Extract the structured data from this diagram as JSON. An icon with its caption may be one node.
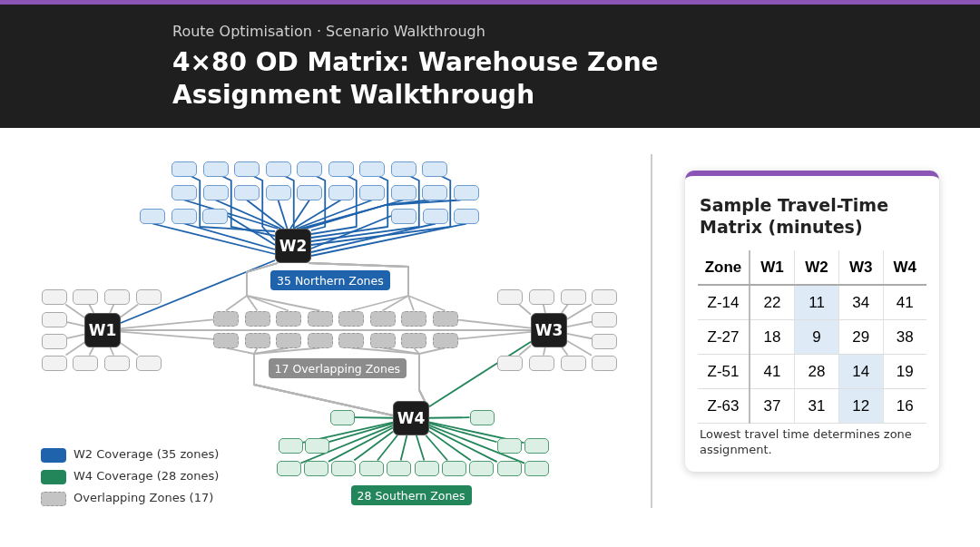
{
  "diagram": {
    "title": "4×80 OD Matrix: Warehouse Zone Assignment Walkthrough",
    "nodes": [
      {
        "text": [],
        "shape": "box"
      },
      {
        "text": [],
        "shape": "box"
      },
      {
        "text": [],
        "shape": "box"
      },
      {
        "text": [],
        "shape": "box"
      },
      {
        "text": [],
        "shape": "box"
      },
      {
        "text": [],
        "shape": "box"
      },
      {
        "text": [],
        "shape": "box"
      },
      {
        "text": [],
        "shape": "box"
      },
      {
        "text": [],
        "shape": "box"
      },
      {
        "text": [],
        "shape": "box"
      },
      {
        "text": [],
        "shape": "box"
      },
      {
        "text": [],
        "shape": "box"
      },
      {
        "text": [],
        "shape": "box"
      },
      {
        "text": [],
        "shape": "box"
      },
      {
        "text": [],
        "shape": "box"
      },
      {
        "text": [],
        "shape": "box"
      },
      {
        "text": [],
        "shape": "box"
      },
      {
        "text": [],
        "shape": "box"
      },
      {
        "text": [],
        "shape": "box"
      },
      {
        "text": [],
        "shape": "box"
      },
      {
        "text": [],
        "shape": "box"
      },
      {
        "text": [],
        "shape": "box"
      },
      {
        "text": [],
        "shape": "box"
      },
      {
        "text": [],
        "shape": "box"
      },
      {
        "text": [],
        "shape": "box"
      },
      {
        "text": [
          "W2"
        ]
      },
      {
        "text": [
          "35 Northern Zones"
        ]
      },
      {
        "text": [
          "W1"
        ]
      },
      {
        "text": [],
        "shape": "box"
      },
      {
        "text": [],
        "shape": "box"
      },
      {
        "text": [],
        "shape": "box"
      },
      {
        "text": [],
        "shape": "box"
      },
      {
        "text": [],
        "shape": "box"
      },
      {
        "text": [],
        "shape": "box"
      },
      {
        "text": [],
        "shape": "box"
      },
      {
        "text": [],
        "shape": "box"
      },
      {
        "text": [],
        "shape": "box"
      },
      {
        "text": [],
        "shape": "box"
      },
      {
        "text": [
          "W3"
        ]
      },
      {
        "text": [],
        "shape": "box"
      },
      {
        "text": [],
        "shape": "box"
      },
      {
        "text": [],
        "shape": "box"
      },
      {
        "text": [],
        "shape": "box"
      },
      {
        "text": [],
        "shape": "box"
      },
      {
        "text": [],
        "shape": "box"
      },
      {
        "text": [],
        "shape": "box"
      },
      {
        "text": [],
        "shape": "box"
      },
      {
        "text": [],
        "shape": "box"
      },
      {
        "text": [],
        "shape": "box"
      },
      {
        "text": [],
        "shape": "box"
      },
      {
        "text": [],
        "shape": "box"
      },
      {
        "text": [],
        "shape": "box"
      },
      {
        "text": [],
        "shape": "box"
      },
      {
        "text": [],
        "shape": "box"
      },
      {
        "text": [],
        "shape": "box"
      },
      {
        "text": [],
        "shape": "box"
      },
      {
        "text": [],
        "shape": "box"
      },
      {
        "text": [],
        "shape": "box"
      },
      {
        "text": [],
        "shape": "box"
      },
      {
        "text": [],
        "shape": "box"
      },
      {
        "text": [],
        "shape": "box"
      },
      {
        "text": [],
        "shape": "box"
      },
      {
        "text": [],
        "shape": "box"
      },
      {
        "text": [],
        "shape": "box"
      },
      {
        "text": [],
        "shape": "box"
      },
      {
        "text": [
          "17 Overlapping Zones"
        ]
      },
      {
        "text": [
          "W4"
        ]
      },
      {
        "text": [],
        "shape": "box"
      },
      {
        "text": [],
        "shape": "box"
      },
      {
        "text": [],
        "shape": "box"
      },
      {
        "text": [],
        "shape": "box"
      },
      {
        "text": [],
        "shape": "box"
      },
      {
        "text": [],
        "shape": "box"
      },
      {
        "text": [],
        "shape": "box"
      },
      {
        "text": [],
        "shape": "box"
      },
      {
        "text": [],
        "shape": "box"
      },
      {
        "text": [],
        "shape": "box"
      },
      {
        "text": [],
        "shape": "box"
      },
      {
        "text": [],
        "shape": "box"
      },
      {
        "text": [],
        "shape": "box"
      },
      {
        "text": [],
        "shape": "box"
      },
      {
        "text": [],
        "shape": "box"
      },
      {
        "text": [],
        "shape": "box"
      },
      {
        "text": [
          "28 Southern Zones"
        ]
      },
      {
        "text": [
          "Sample Travel-Time Matrix (minutes)",
          "Lowest travel time determines zone assignment."
        ]
      }
    ],
    "edges": [
      {
        "from": 25,
        "to": 0,
        "arrow": "none",
        "color": "#1f63ad"
      },
      {
        "from": 25,
        "to": 1,
        "arrow": "none",
        "color": "#1f63ad"
      },
      {
        "from": 25,
        "to": 2,
        "arrow": "none",
        "color": "#1f63ad"
      },
      {
        "from": 25,
        "to": 3,
        "arrow": "none",
        "color": "#1f63ad"
      },
      {
        "from": 25,
        "to": 4,
        "arrow": "none",
        "color": "#1f63ad"
      },
      {
        "from": 25,
        "to": 5,
        "arrow": "none",
        "color": "#1f63ad"
      },
      {
        "from": 25,
        "to": 6,
        "arrow": "none",
        "color": "#1f63ad"
      },
      {
        "from": 25,
        "to": 7,
        "arrow": "none",
        "color": "#1f63ad"
      },
      {
        "from": 25,
        "to": 8,
        "arrow": "none",
        "color": "#1f63ad"
      },
      {
        "from": 25,
        "to": 9,
        "arrow": "none",
        "color": "#1f63ad"
      },
      {
        "from": 25,
        "to": 10,
        "arrow": "none",
        "color": "#1f63ad"
      },
      {
        "from": 25,
        "to": 11,
        "arrow": "none",
        "color": "#1f63ad"
      },
      {
        "from": 25,
        "to": 12,
        "arrow": "none",
        "color": "#1f63ad"
      },
      {
        "from": 25,
        "to": 13,
        "arrow": "none",
        "color": "#1f63ad"
      },
      {
        "from": 25,
        "to": 14,
        "arrow": "none",
        "color": "#1f63ad"
      },
      {
        "from": 25,
        "to": 15,
        "arrow": "none",
        "color": "#1f63ad"
      },
      {
        "from": 25,
        "to": 16,
        "arrow": "none",
        "color": "#1f63ad"
      },
      {
        "from": 25,
        "to": 17,
        "arrow": "none",
        "color": "#1f63ad"
      },
      {
        "from": 25,
        "to": 18,
        "arrow": "none",
        "color": "#1f63ad"
      },
      {
        "from": 25,
        "to": 19,
        "arrow": "none",
        "color": "#1f63ad"
      },
      {
        "from": 25,
        "to": 20,
        "arrow": "none",
        "color": "#1f63ad"
      },
      {
        "from": 25,
        "to": 21,
        "arrow": "none",
        "color": "#1f63ad"
      },
      {
        "from": 25,
        "to": 22,
        "arrow": "none",
        "color": "#1f63ad"
      },
      {
        "from": 25,
        "to": 23,
        "arrow": "none",
        "color": "#1f63ad"
      },
      {
        "from": 25,
        "to": 24,
        "arrow": "none",
        "color": "#1f63ad"
      },
      {
        "from": 25,
        "to": 27,
        "arrow": "none",
        "color": "#1f63ad"
      },
      {
        "from": 27,
        "to": 28,
        "arrow": "none"
      },
      {
        "from": 27,
        "to": 29,
        "arrow": "none"
      },
      {
        "from": 27,
        "to": 30,
        "arrow": "none"
      },
      {
        "from": 27,
        "to": 31,
        "arrow": "none"
      },
      {
        "from": 27,
        "to": 32,
        "arrow": "none"
      },
      {
        "from": 27,
        "to": 33,
        "arrow": "none"
      },
      {
        "from": 27,
        "to": 34,
        "arrow": "none"
      },
      {
        "from": 27,
        "to": 35,
        "arrow": "none"
      },
      {
        "from": 27,
        "to": 36,
        "arrow": "none"
      },
      {
        "from": 27,
        "to": 37,
        "arrow": "none"
      },
      {
        "from": 38,
        "to": 39,
        "arrow": "none"
      },
      {
        "from": 38,
        "to": 40,
        "arrow": "none"
      },
      {
        "from": 38,
        "to": 41,
        "arrow": "none"
      },
      {
        "from": 38,
        "to": 42,
        "arrow": "none"
      },
      {
        "from": 38,
        "to": 43,
        "arrow": "none"
      },
      {
        "from": 38,
        "to": 44,
        "arrow": "none"
      },
      {
        "from": 38,
        "to": 45,
        "arrow": "none"
      },
      {
        "from": 38,
        "to": 46,
        "arrow": "none"
      },
      {
        "from": 38,
        "to": 47,
        "arrow": "none"
      },
      {
        "from": 38,
        "to": 48,
        "arrow": "none"
      },
      {
        "from": 25,
        "to": 49,
        "arrow": "none"
      },
      {
        "from": 25,
        "to": 50,
        "arrow": "none"
      },
      {
        "from": 25,
        "to": 51,
        "arrow": "none"
      },
      {
        "from": 25,
        "to": 52,
        "arrow": "none"
      },
      {
        "from": 25,
        "to": 53,
        "arrow": "none"
      },
      {
        "from": 25,
        "to": 54,
        "arrow": "none"
      },
      {
        "from": 25,
        "to": 55,
        "arrow": "none"
      },
      {
        "from": 25,
        "to": 56,
        "arrow": "none"
      },
      {
        "from": 27,
        "to": 49,
        "arrow": "none"
      },
      {
        "from": 27,
        "to": 57,
        "arrow": "none"
      },
      {
        "from": 27,
        "to": 38,
        "arrow": "none"
      },
      {
        "from": 38,
        "to": 56,
        "arrow": "none"
      },
      {
        "from": 38,
        "to": 64,
        "arrow": "none"
      },
      {
        "from": 66,
        "to": 57,
        "arrow": "none"
      },
      {
        "from": 66,
        "to": 58,
        "arrow": "none"
      },
      {
        "from": 66,
        "to": 59,
        "arrow": "none"
      },
      {
        "from": 66,
        "to": 60,
        "arrow": "none"
      },
      {
        "from": 66,
        "to": 61,
        "arrow": "none"
      },
      {
        "from": 66,
        "to": 62,
        "arrow": "none"
      },
      {
        "from": 66,
        "to": 63,
        "arrow": "none"
      },
      {
        "from": 66,
        "to": 64,
        "arrow": "none"
      },
      {
        "from": 66,
        "to": 38,
        "arrow": "none",
        "color": "#23855a"
      },
      {
        "from": 66,
        "to": 67,
        "arrow": "none",
        "color": "#23855a"
      },
      {
        "from": 66,
        "to": 68,
        "arrow": "none",
        "color": "#23855a"
      },
      {
        "from": 66,
        "to": 69,
        "arrow": "none",
        "color": "#23855a"
      },
      {
        "from": 66,
        "to": 70,
        "arrow": "none",
        "color": "#23855a"
      },
      {
        "from": 66,
        "to": 71,
        "arrow": "none",
        "color": "#23855a"
      },
      {
        "from": 66,
        "to": 72,
        "arrow": "none",
        "color": "#23855a"
      },
      {
        "from": 66,
        "to": 73,
        "arrow": "none",
        "color": "#23855a"
      },
      {
        "from": 66,
        "to": 74,
        "arrow": "none",
        "color": "#23855a"
      },
      {
        "from": 66,
        "to": 75,
        "arrow": "none",
        "color": "#23855a"
      },
      {
        "from": 66,
        "to": 76,
        "arrow": "none",
        "color": "#23855a"
      },
      {
        "from": 66,
        "to": 77,
        "arrow": "none",
        "color": "#23855a"
      },
      {
        "from": 66,
        "to": 78,
        "arrow": "none",
        "color": "#23855a"
      },
      {
        "from": 66,
        "to": 79,
        "arrow": "none",
        "color": "#23855a"
      },
      {
        "from": 66,
        "to": 80,
        "arrow": "none",
        "color": "#23855a"
      },
      {
        "from": 66,
        "to": 81,
        "arrow": "none",
        "color": "#23855a"
      },
      {
        "from": 66,
        "to": 82,
        "arrow": "none",
        "color": "#23855a"
      }
    ],
    "labels": [
      "Route Optimisation · Scenario Walkthrough",
      "Zone",
      "W1",
      "W2",
      "W3",
      "W4",
      "Z-14",
      "22",
      "11",
      "34",
      "41",
      "Z-27",
      "18",
      "9",
      "29",
      "38",
      "Z-51",
      "41",
      "28",
      "14",
      "19",
      "Z-63",
      "37",
      "31",
      "12",
      "16"
    ],
    "legend": [
      {
        "text": "W2 Coverage (35 zones)",
        "color": "#1f63ad"
      },
      {
        "text": "W4 Coverage (28 zones)",
        "color": "#23855a"
      },
      {
        "text": "Overlapping Zones (17)",
        "color": "#c4c4c4"
      }
    ]
  }
}
